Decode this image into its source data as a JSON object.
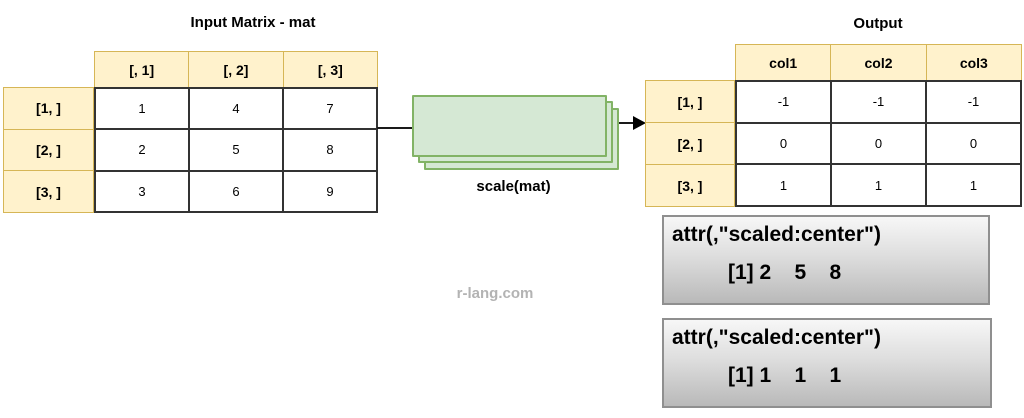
{
  "watermark": "r-lang.com",
  "colors": {
    "header_fill": "#FFF2CC",
    "header_border": "#D6B656",
    "process_fill": "#D5E8D4",
    "process_border": "#82B366",
    "data_cell_border": "#333333",
    "attr_box_border": "#8F8F8F",
    "watermark_text": "#B3B3B3"
  },
  "input_matrix": {
    "title": "Input Matrix - mat",
    "col_headers": [
      "[, 1]",
      "[, 2]",
      "[, 3]"
    ],
    "row_headers": [
      "[1, ]",
      "[2, ]",
      "[3, ]"
    ],
    "rows": [
      [
        "1",
        "4",
        "7"
      ],
      [
        "2",
        "5",
        "8"
      ],
      [
        "3",
        "6",
        "9"
      ]
    ]
  },
  "process": {
    "label": "scale(mat)"
  },
  "output_matrix": {
    "title": "Output",
    "col_headers": [
      "col1",
      "col2",
      "col3"
    ],
    "row_headers": [
      "[1, ]",
      "[2, ]",
      "[3, ]"
    ],
    "rows": [
      [
        "-1",
        "-1",
        "-1"
      ],
      [
        "0",
        "0",
        "0"
      ],
      [
        "1",
        "1",
        "1"
      ]
    ]
  },
  "attr_boxes": [
    {
      "title": "attr(,\"scaled:center\")",
      "values": "[1] 2    5    8"
    },
    {
      "title": "attr(,\"scaled:center\")",
      "values": "[1] 1    1    1"
    }
  ]
}
